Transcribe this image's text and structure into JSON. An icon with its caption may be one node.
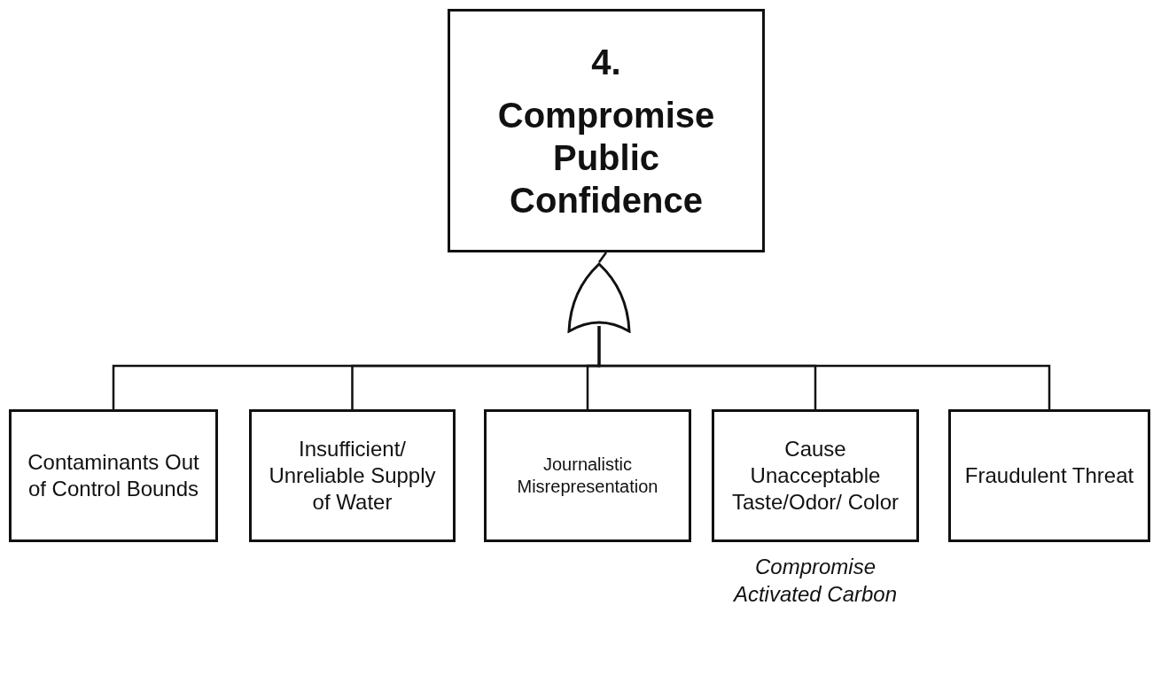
{
  "diagram": {
    "nodes": [
      {
        "text": [
          "4.",
          "Compromise Public Confidence"
        ]
      },
      {
        "text": [],
        "shape": "gate"
      },
      {
        "text": [
          "Contaminants Out of Control Bounds"
        ]
      },
      {
        "text": [
          "Insufficient/ Unreliable Supply of Water"
        ]
      },
      {
        "text": [
          "Journalistic Misrepresentation"
        ]
      },
      {
        "text": [
          "Cause Unacceptable Taste/Odor/ Color"
        ],
        "beside": [
          "Compromise Activated Carbon"
        ]
      },
      {
        "text": [
          "Fraudulent Threat"
        ]
      }
    ],
    "edges": [
      {
        "from": 1,
        "to": 0,
        "arrow": "none"
      },
      {
        "from": 2,
        "to": 1,
        "arrow": "none"
      },
      {
        "from": 3,
        "to": 1,
        "arrow": "none"
      },
      {
        "from": 4,
        "to": 1,
        "arrow": "none"
      },
      {
        "from": 5,
        "to": 1,
        "arrow": "none"
      },
      {
        "from": 6,
        "to": 1,
        "arrow": "none"
      }
    ]
  }
}
